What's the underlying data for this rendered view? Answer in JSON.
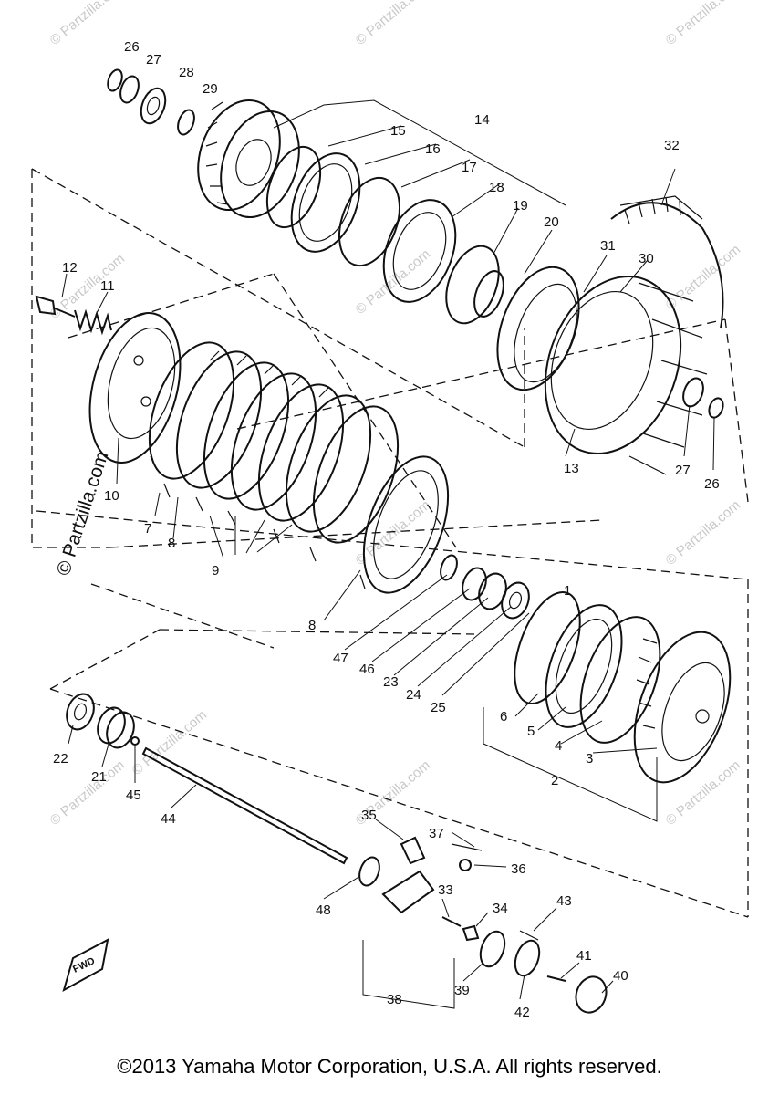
{
  "watermark": "© Partzilla.com",
  "side_watermark": "© Partzilla.com",
  "copyright": "©2013 Yamaha Motor Corporation, U.S.A. All rights reserved.",
  "fwd_label": "FWD",
  "labels": {
    "p26a": "26",
    "p27a": "27",
    "p28": "28",
    "p29": "29",
    "p14": "14",
    "p15": "15",
    "p16": "16",
    "p17": "17",
    "p18": "18",
    "p19": "19",
    "p20": "20",
    "p32": "32",
    "p31": "31",
    "p30": "30",
    "p12": "12",
    "p11": "11",
    "p10": "10",
    "p7": "7",
    "p8a": "8",
    "p9": "9",
    "p8b": "8",
    "p13": "13",
    "p27b": "27",
    "p26b": "26",
    "p1": "1",
    "p47": "47",
    "p46": "46",
    "p23": "23",
    "p24": "24",
    "p25": "25",
    "p6": "6",
    "p5": "5",
    "p4": "4",
    "p3": "3",
    "p2": "2",
    "p22": "22",
    "p21": "21",
    "p45": "45",
    "p44": "44",
    "p35": "35",
    "p37": "37",
    "p36": "36",
    "p48": "48",
    "p33": "33",
    "p34": "34",
    "p43": "43",
    "p38": "38",
    "p39": "39",
    "p42": "42",
    "p41": "41",
    "p40": "40"
  }
}
